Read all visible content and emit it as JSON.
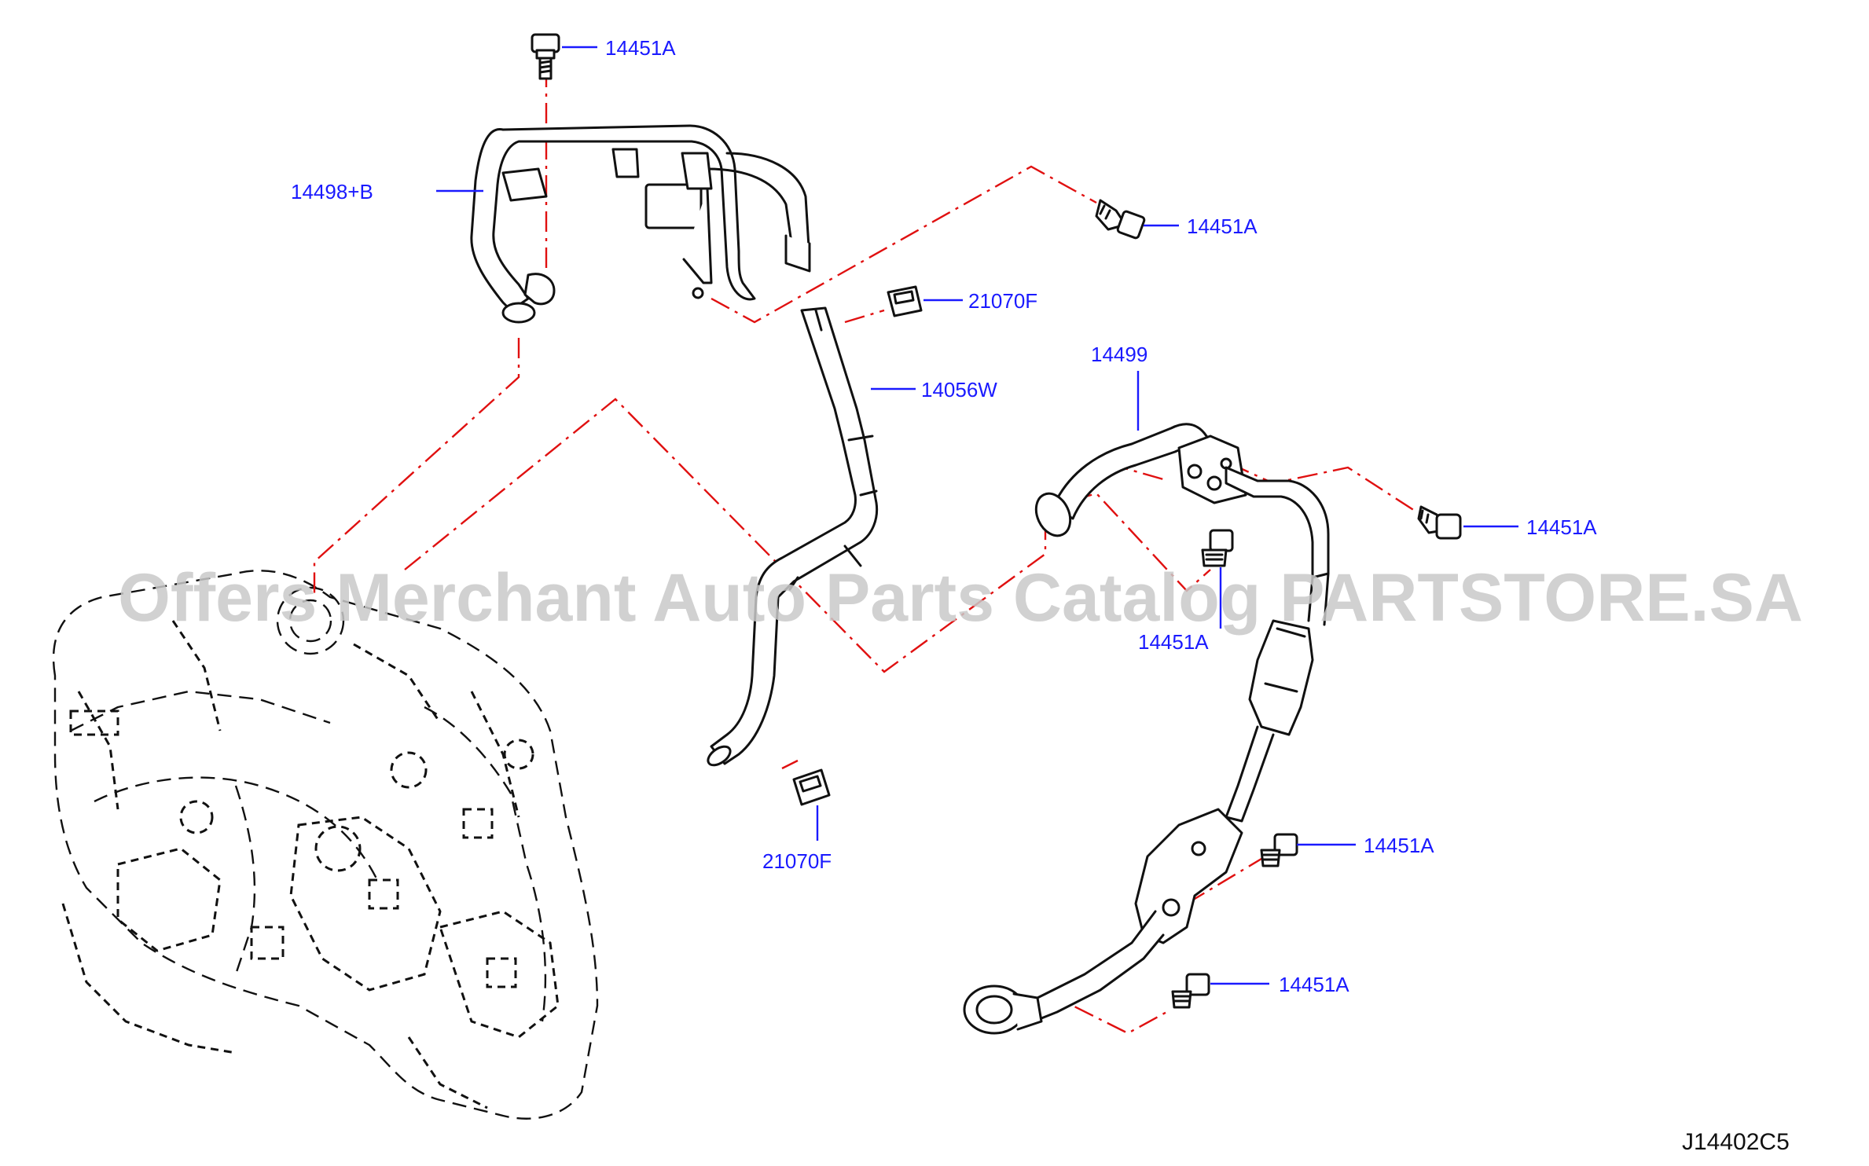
{
  "diagram_code": "J14402C5",
  "watermark": "Offers Merchant Auto Parts Catalog PARTSTORE.SA",
  "colors": {
    "label": "#1a1aff",
    "phantom_line": "#e01010",
    "outline": "#111111",
    "watermark": "#c9c9c9"
  },
  "callouts": {
    "bolt_top": "14451A",
    "tube_left": "14498+B",
    "bolt_upper_right": "14451A",
    "clip_upper": "21070F",
    "hose": "14056W",
    "tube_right": "14499",
    "bolt_far_right": "14451A",
    "bolt_center": "14451A",
    "clip_lower": "21070F",
    "bolt_lower_right": "14451A",
    "bolt_bottom_right": "14451A"
  }
}
